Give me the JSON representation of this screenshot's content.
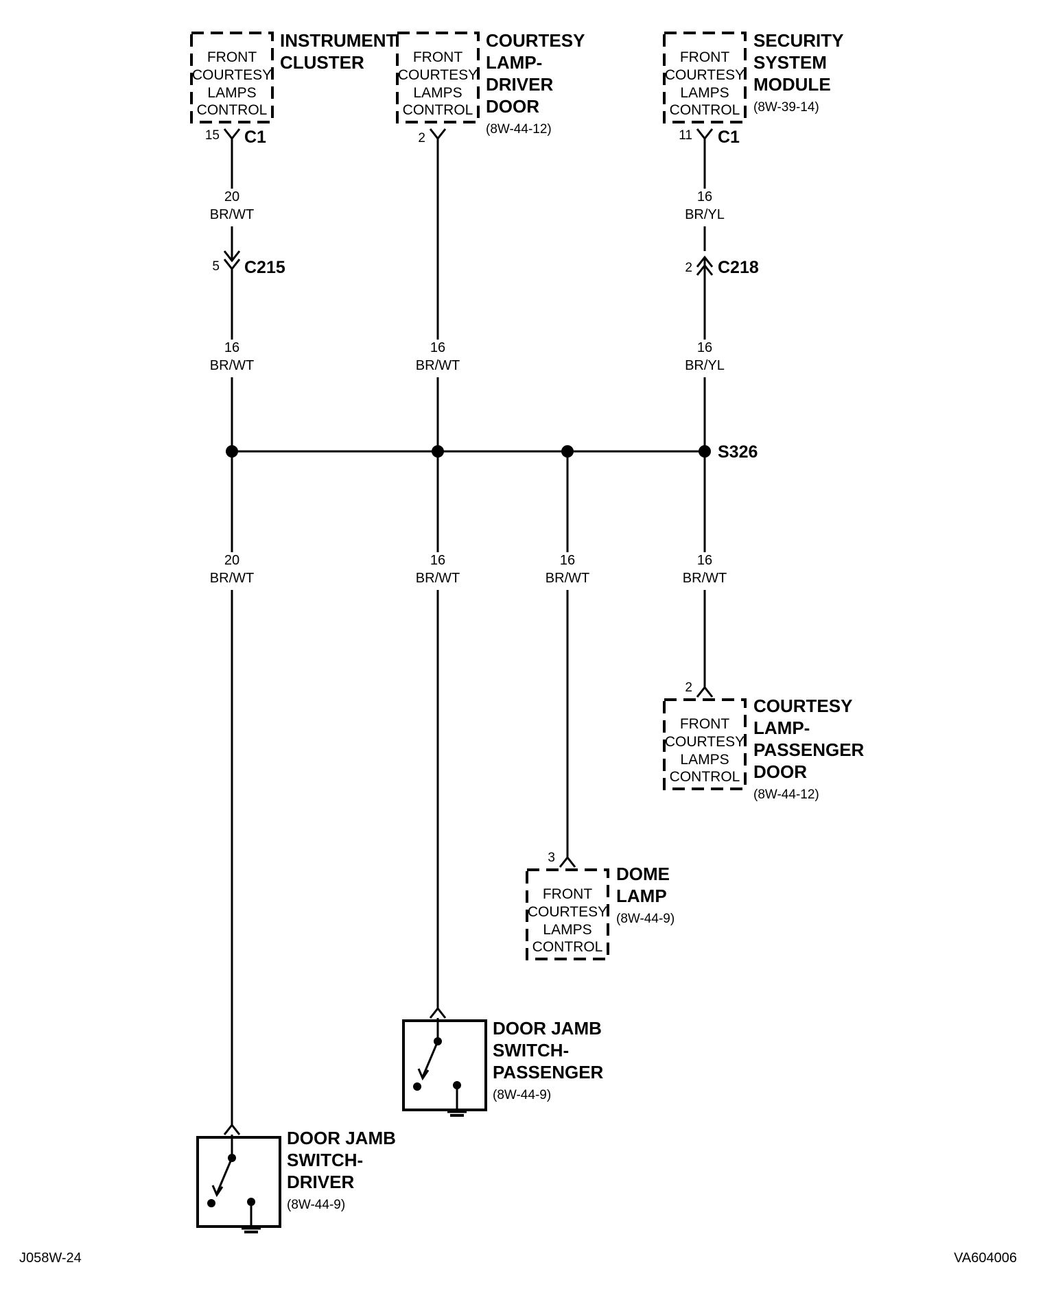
{
  "components": {
    "instrument_cluster": {
      "label": [
        "INSTRUMENT",
        "CLUSTER"
      ],
      "inner": [
        "FRONT",
        "COURTESY",
        "LAMPS",
        "CONTROL"
      ],
      "pin": "15",
      "connector": "C1"
    },
    "courtesy_lamp_driver": {
      "label": [
        "COURTESY",
        "LAMP-",
        "DRIVER",
        "DOOR"
      ],
      "ref": "(8W-44-12)",
      "inner": [
        "FRONT",
        "COURTESY",
        "LAMPS",
        "CONTROL"
      ],
      "pin": "2"
    },
    "security_module": {
      "label": [
        "SECURITY",
        "SYSTEM",
        "MODULE"
      ],
      "ref": "(8W-39-14)",
      "inner": [
        "FRONT",
        "COURTESY",
        "LAMPS",
        "CONTROL"
      ],
      "pin": "11",
      "connector": "C1"
    },
    "courtesy_lamp_passenger": {
      "label": [
        "COURTESY",
        "LAMP-",
        "PASSENGER",
        "DOOR"
      ],
      "ref": "(8W-44-12)",
      "inner": [
        "FRONT",
        "COURTESY",
        "LAMPS",
        "CONTROL"
      ],
      "pin": "2"
    },
    "dome_lamp": {
      "label": [
        "DOME",
        "LAMP"
      ],
      "ref": "(8W-44-9)",
      "inner": [
        "FRONT",
        "COURTESY",
        "LAMPS",
        "CONTROL"
      ],
      "pin": "3"
    },
    "door_jamb_passenger": {
      "label": [
        "DOOR JAMB",
        "SWITCH-",
        "PASSENGER"
      ],
      "ref": "(8W-44-9)"
    },
    "door_jamb_driver": {
      "label": [
        "DOOR JAMB",
        "SWITCH-",
        "DRIVER"
      ],
      "ref": "(8W-44-9)"
    }
  },
  "connectors": {
    "c215": {
      "pin": "5",
      "id": "C215"
    },
    "c218": {
      "pin": "2",
      "id": "C218"
    }
  },
  "splice": {
    "id": "S326"
  },
  "wires": {
    "ic_upper": {
      "gauge": "20",
      "color": "BR/WT"
    },
    "ic_lower": {
      "gauge": "16",
      "color": "BR/WT"
    },
    "drv_upper": {
      "gauge": "16",
      "color": "BR/WT"
    },
    "sec_upper": {
      "gauge": "16",
      "color": "BR/YL"
    },
    "sec_lower": {
      "gauge": "16",
      "color": "BR/YL"
    },
    "b1": {
      "gauge": "20",
      "color": "BR/WT"
    },
    "b2": {
      "gauge": "16",
      "color": "BR/WT"
    },
    "b3": {
      "gauge": "16",
      "color": "BR/WT"
    },
    "b4": {
      "gauge": "16",
      "color": "BR/WT"
    }
  },
  "footer": {
    "left": "J058W-24",
    "right": "VA604006"
  }
}
